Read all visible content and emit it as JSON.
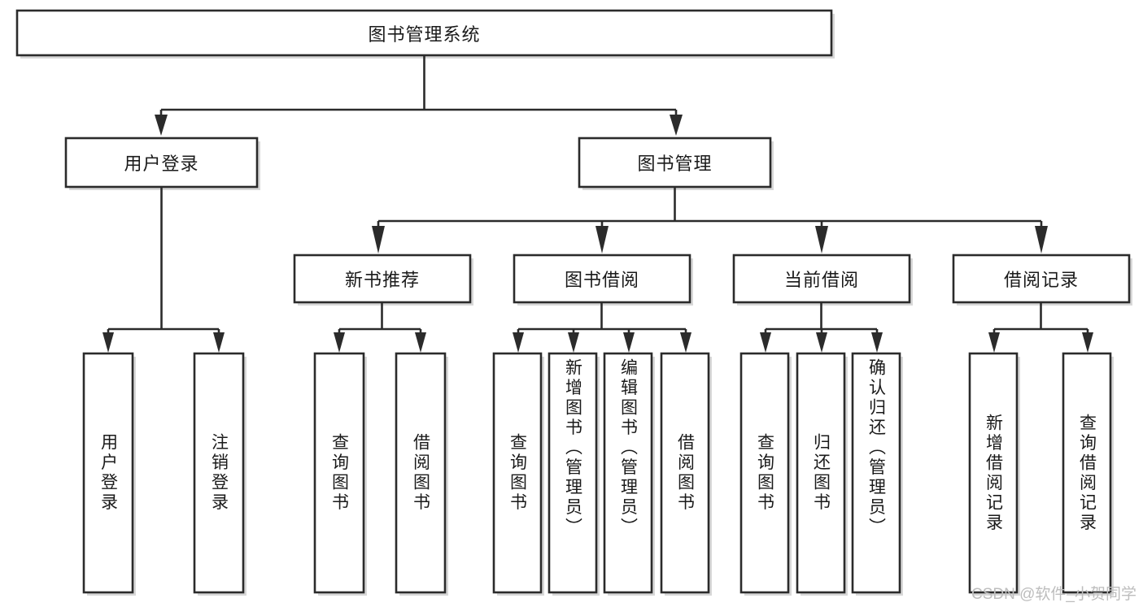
{
  "diagram": {
    "type": "tree",
    "title": "图书管理系统",
    "orientation": "top-down",
    "colors": {
      "box_fill": "#ffffff",
      "box_stroke": "#2b2b2b",
      "connector": "#2b2b2b",
      "text": "#1a1a1a",
      "background": "#ffffff",
      "watermark": "#bdbdbd"
    },
    "root": {
      "label": "图书管理系统"
    },
    "level2": [
      {
        "label": "用户登录"
      },
      {
        "label": "图书管理"
      }
    ],
    "level3": [
      {
        "label": "新书推荐"
      },
      {
        "label": "图书借阅"
      },
      {
        "label": "当前借阅"
      },
      {
        "label": "借阅记录"
      }
    ],
    "leaves": {
      "user_login": [
        {
          "label": "用户登录"
        },
        {
          "label": "注销登录"
        }
      ],
      "new_book_recommend": [
        {
          "label": "查询图书"
        },
        {
          "label": "借阅图书"
        }
      ],
      "book_borrow": [
        {
          "label": "查询图书"
        },
        {
          "label": "新增图书（管理员）"
        },
        {
          "label": "编辑图书（管理员）"
        },
        {
          "label": "借阅图书"
        }
      ],
      "current_borrow": [
        {
          "label": "查询图书"
        },
        {
          "label": "归还图书"
        },
        {
          "label": "确认归还（管理员）"
        }
      ],
      "borrow_record": [
        {
          "label": "新增借阅记录"
        },
        {
          "label": "查询借阅记录"
        }
      ]
    },
    "watermark": "CSDN @软件_小贺同学"
  }
}
